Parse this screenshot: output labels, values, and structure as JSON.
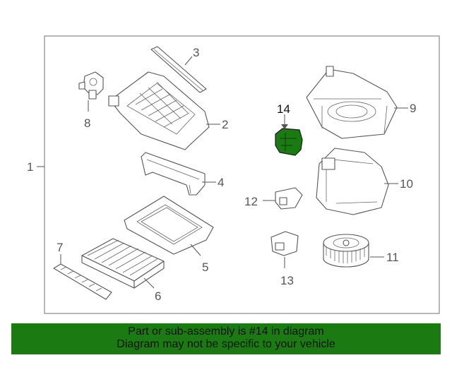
{
  "colors": {
    "highlight": "#1b7a12",
    "frame": "#888888",
    "linework": "#555555"
  },
  "callouts": {
    "c1": "1",
    "c2": "2",
    "c3": "3",
    "c4": "4",
    "c5": "5",
    "c6": "6",
    "c7": "7",
    "c8": "8",
    "c9": "9",
    "c10": "10",
    "c11": "11",
    "c12": "12",
    "c13": "13",
    "c14": "14"
  },
  "highlighted_part": "14",
  "banner": {
    "line1": "Part or sub-assembly is #14 in diagram",
    "line2": "Diagram may not be specific to your vehicle"
  }
}
